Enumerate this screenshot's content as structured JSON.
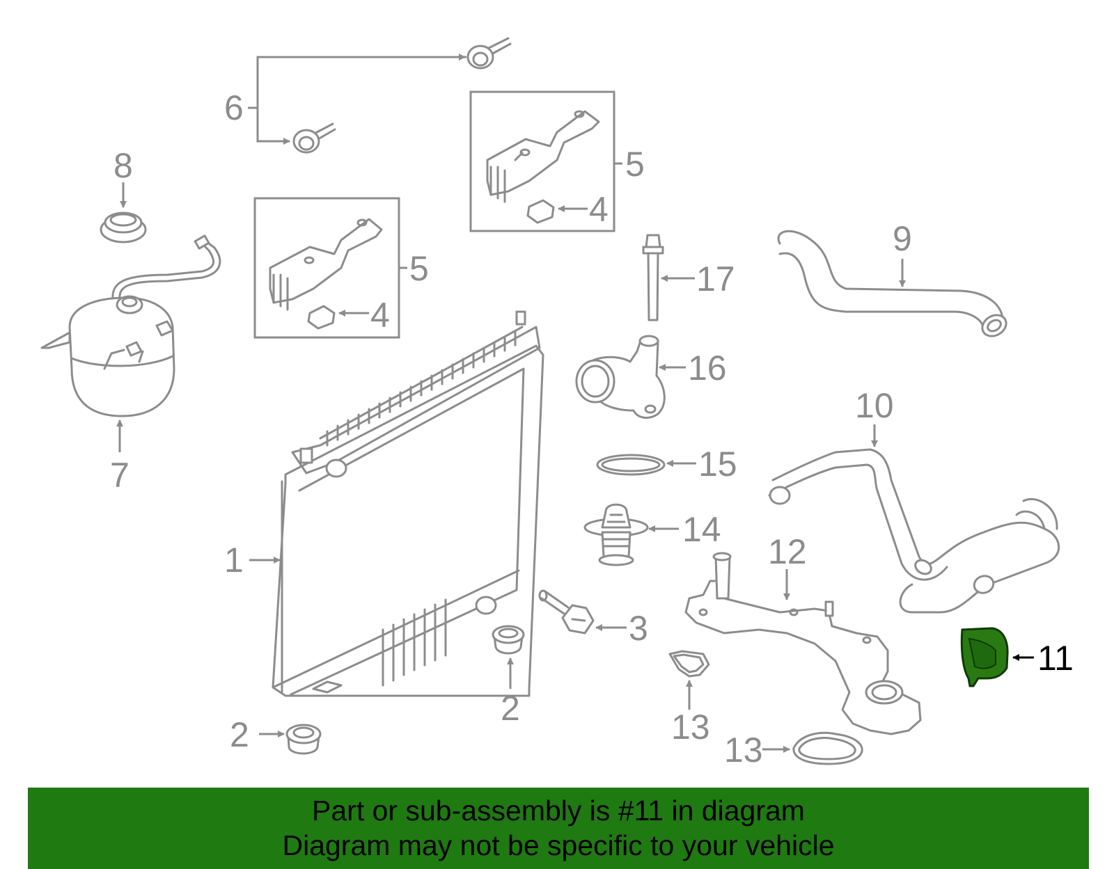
{
  "labels": {
    "p1": "1",
    "p2a": "2",
    "p2b": "2",
    "p3": "3",
    "p4a": "4",
    "p4b": "4",
    "p5a": "5",
    "p5b": "5",
    "p6": "6",
    "p7": "7",
    "p8": "8",
    "p9": "9",
    "p10": "10",
    "p11": "11",
    "p12": "12",
    "p13a": "13",
    "p13b": "13",
    "p14": "14",
    "p15": "15",
    "p16": "16",
    "p17": "17"
  },
  "highlight": {
    "part": "11",
    "color": "#1f7a12"
  },
  "banner": {
    "line1": "Part or sub-assembly is #11 in diagram",
    "line2": "Diagram may not be specific to your vehicle",
    "color": "#1f7a12"
  }
}
